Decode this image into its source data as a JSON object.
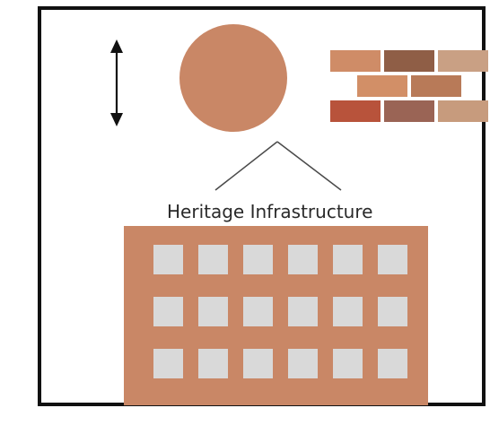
{
  "diagram": {
    "label": "Heritage Infrastructure",
    "colors": {
      "border": "#111111",
      "terracotta": "#c98766",
      "window": "#d9d9d9",
      "line": "#4a4a4a",
      "arrow": "#111111"
    },
    "icons": [
      "double-arrow-icon",
      "circle-icon",
      "brick-wall-icon",
      "building-icon"
    ],
    "building": {
      "window_rows": 3,
      "window_cols": 6
    },
    "bricks": [
      [
        "#cf8c67",
        "#8f5e46",
        "#c9a084"
      ],
      [
        "#d28f67",
        "#b87a58"
      ],
      [
        "#b8533b",
        "#9a6455",
        "#c79b7d"
      ]
    ]
  }
}
